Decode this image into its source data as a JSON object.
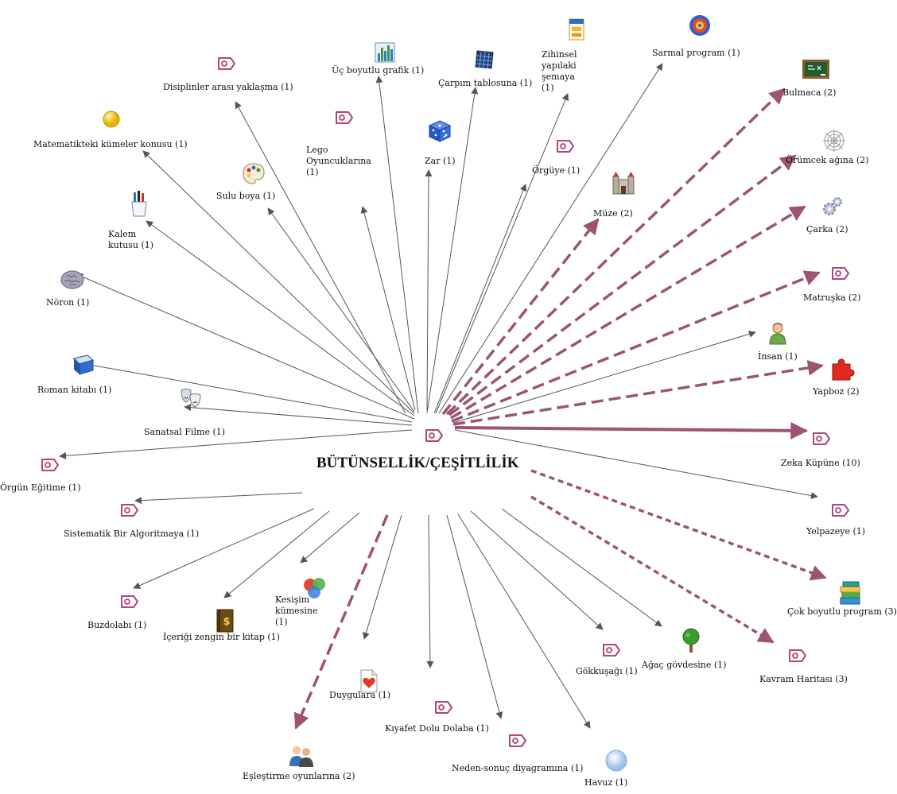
{
  "center": {
    "label": "BÜTÜNSELLİK/ÇEŞİTLİLİK",
    "icon": "document-tag-icon"
  },
  "colors": {
    "thin_edge": "#555555",
    "bold_edge": "#9b5474",
    "tag_icon": "#b0457a"
  },
  "nodes": [
    {
      "id": "disiplinler",
      "label": "Disiplinler arası yaklaşma (1)",
      "icon": "tag-icon",
      "edge": "thin"
    },
    {
      "id": "ucboyutlu",
      "label": "Üç boyutlu grafik (1)",
      "icon": "bar-chart-icon",
      "edge": "thin"
    },
    {
      "id": "carpim",
      "label": "Çarpım tablosuna (1)",
      "icon": "grid-table-icon",
      "edge": "thin"
    },
    {
      "id": "zihinsel",
      "label": "Zihinsel yapılaki şemaya (1)",
      "icon": "notepad-icon",
      "edge": "thin"
    },
    {
      "id": "sarmal",
      "label": "Sarmal program (1)",
      "icon": "target-icon",
      "edge": "thin"
    },
    {
      "id": "bulmaca",
      "label": "Bulmaca (2)",
      "icon": "chalkboard-icon",
      "edge": "dashed"
    },
    {
      "id": "orumcek",
      "label": "Örümcek ağına (2)",
      "icon": "spider-web-icon",
      "edge": "dashed"
    },
    {
      "id": "carka",
      "label": "Çarka (2)",
      "icon": "gears-icon",
      "edge": "dashed"
    },
    {
      "id": "matruska",
      "label": "Matruşka (2)",
      "icon": "tag-icon",
      "edge": "dashed"
    },
    {
      "id": "insan",
      "label": "İnsan (1)",
      "icon": "person-icon",
      "edge": "thin"
    },
    {
      "id": "yapboz",
      "label": "Yapboz (2)",
      "icon": "puzzle-icon",
      "edge": "dashed"
    },
    {
      "id": "zeka",
      "label": "Zeka Küpüne (10)",
      "icon": "tag-icon",
      "edge": "bold"
    },
    {
      "id": "yelpaze",
      "label": "Yelpazeye (1)",
      "icon": "tag-icon",
      "edge": "thin"
    },
    {
      "id": "cokboyutlu",
      "label": "Çok boyutlu program (3)",
      "icon": "books-icon",
      "edge": "dotted"
    },
    {
      "id": "kavram",
      "label": "Kavram Haritası (3)",
      "icon": "tag-icon",
      "edge": "dotted"
    },
    {
      "id": "agac",
      "label": "Ağaç gövdesine (1)",
      "icon": "tree-icon",
      "edge": "thin"
    },
    {
      "id": "gokkusagi",
      "label": "Gökkuşağı (1)",
      "icon": "tag-icon",
      "edge": "thin"
    },
    {
      "id": "havuz",
      "label": "Havuz (1)",
      "icon": "circle-icon",
      "edge": "thin"
    },
    {
      "id": "nedensonuc",
      "label": "Neden-sonuç diyagramına (1)",
      "icon": "tag-icon",
      "edge": "thin"
    },
    {
      "id": "kiyafet",
      "label": "Kıyafet Dolu Dolaba (1)",
      "icon": "tag-icon",
      "edge": "thin"
    },
    {
      "id": "duygular",
      "label": "Duygulara (1)",
      "icon": "heart-document-icon",
      "edge": "thin"
    },
    {
      "id": "eslestirme",
      "label": "Eşleştirme oyunlarına (2)",
      "icon": "people-icon",
      "edge": "dashed"
    },
    {
      "id": "kesisim",
      "label": "Kesişim kümesine (1)",
      "icon": "venn-balls-icon",
      "edge": "thin"
    },
    {
      "id": "icerigi",
      "label": "İçeriği zengin bir kitap (1)",
      "icon": "book-icon",
      "edge": "thin"
    },
    {
      "id": "buzdolabi",
      "label": "Buzdolabı (1)",
      "icon": "tag-icon",
      "edge": "thin"
    },
    {
      "id": "sistematik",
      "label": "Sistematik Bir Algoritmaya (1)",
      "icon": "tag-icon",
      "edge": "thin"
    },
    {
      "id": "orgun",
      "label": "Örgün Eğitime (1)",
      "icon": "tag-icon",
      "edge": "thin"
    },
    {
      "id": "sanatsal",
      "label": "Sanatsal Filme (1)",
      "icon": "theater-masks-icon",
      "edge": "thin"
    },
    {
      "id": "roman",
      "label": "Roman kitabı (1)",
      "icon": "blue-book-icon",
      "edge": "thin"
    },
    {
      "id": "noron",
      "label": "Nöron (1)",
      "icon": "brain-icon",
      "edge": "thin"
    },
    {
      "id": "kalem",
      "label": "Kalem kutusu (1)",
      "icon": "pencil-cup-icon",
      "edge": "thin"
    },
    {
      "id": "matematik",
      "label": "Matematikteki kümeler konusu (1)",
      "icon": "yellow-ball-icon",
      "edge": "thin"
    },
    {
      "id": "sulu",
      "label": "Sulu boya (1)",
      "icon": "palette-icon",
      "edge": "thin"
    },
    {
      "id": "lego",
      "label": "Lego Oyuncuklarına (1)",
      "icon": "tag-icon",
      "edge": "thin"
    },
    {
      "id": "zar",
      "label": "Zar (1)",
      "icon": "dice-icon",
      "edge": "thin"
    },
    {
      "id": "orguye",
      "label": "Örgüye (1)",
      "icon": "tag-icon",
      "edge": "thin"
    },
    {
      "id": "muze",
      "label": "Müze (2)",
      "icon": "castle-icon",
      "edge": "dashed"
    }
  ]
}
